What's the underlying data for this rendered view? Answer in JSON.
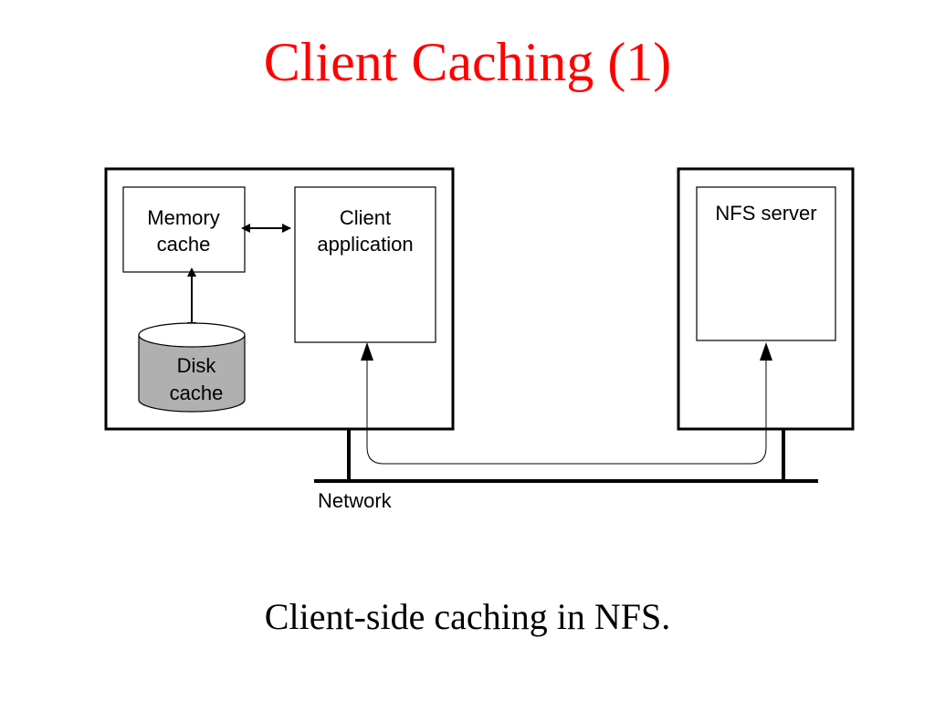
{
  "slide": {
    "title": "Client Caching (1)",
    "caption": "Client-side caching in NFS."
  },
  "diagram": {
    "memory_cache": {
      "line1": "Memory",
      "line2": "cache"
    },
    "client_application": {
      "line1": "Client",
      "line2": "application"
    },
    "disk_cache": {
      "line1": "Disk",
      "line2": "cache"
    },
    "nfs_server": "NFS server",
    "network": "Network",
    "colors": {
      "title": "#ff0000",
      "disk": "#b0b0b0",
      "stroke": "#000000"
    }
  }
}
